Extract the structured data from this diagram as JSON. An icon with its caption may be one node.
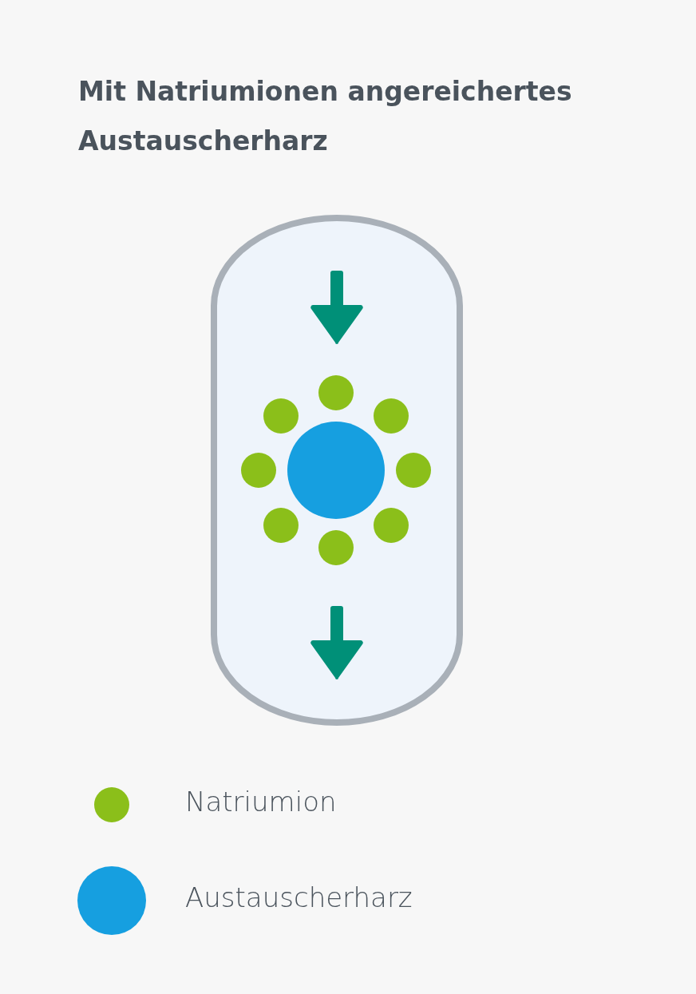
{
  "diagram": {
    "title": "Mit Natriumionen angereichertes Austauscherharz",
    "legend": [
      {
        "text": "Natriumion",
        "color": "#8bbf1a"
      },
      {
        "text": "Austauscherharz",
        "color": "#169fe0"
      }
    ]
  }
}
